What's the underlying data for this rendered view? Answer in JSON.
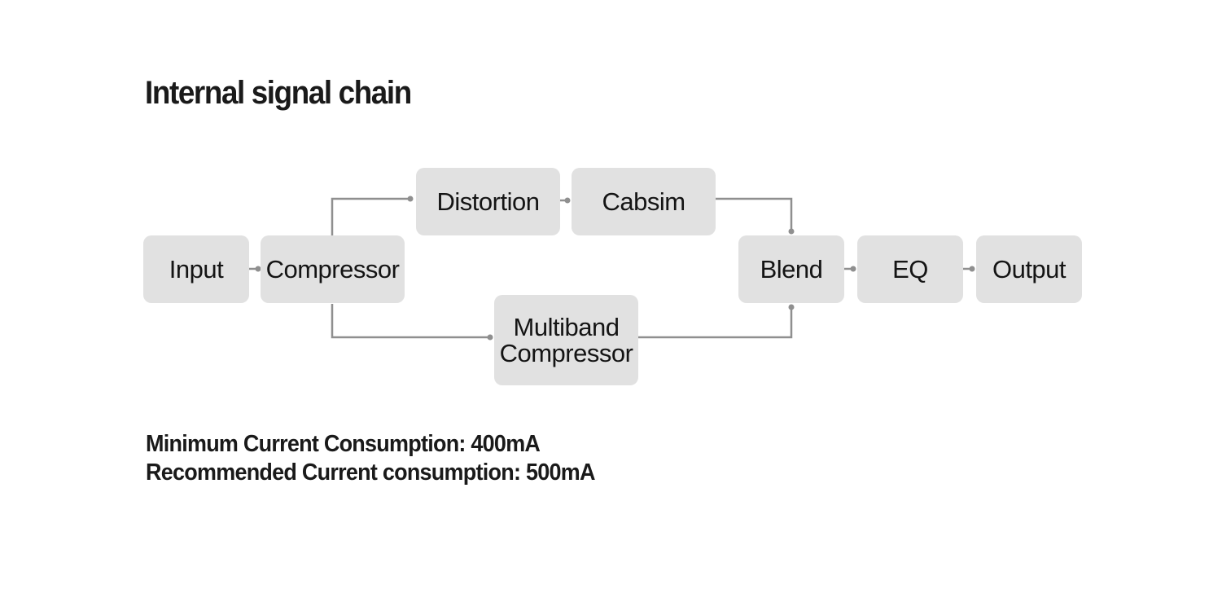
{
  "title": "Internal signal chain",
  "blocks": {
    "input": "Input",
    "compressor": "Compressor",
    "distortion": "Distortion",
    "cabsim": "Cabsim",
    "multiband_line1": "Multiband",
    "multiband_line2": "Compressor",
    "blend": "Blend",
    "eq": "EQ",
    "output": "Output"
  },
  "specs": {
    "minimum": "Minimum Current Consumption: 400mA",
    "recommended": "Recommended Current consumption: 500mA"
  },
  "colors": {
    "block_fill": "#e1e1e1",
    "connector": "#8f8f8f",
    "text": "#141414"
  }
}
